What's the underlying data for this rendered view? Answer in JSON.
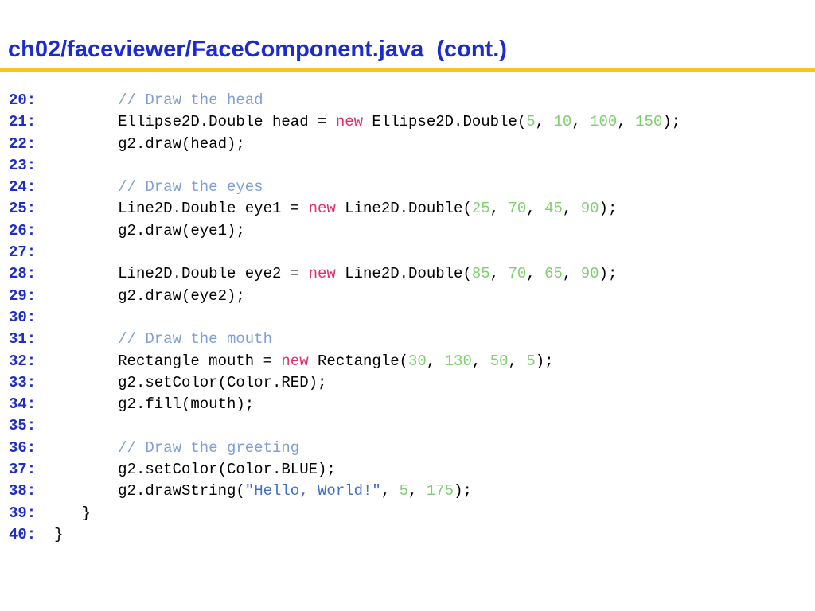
{
  "title": "ch02/faceviewer/FaceComponent.java  (cont.)",
  "colors": {
    "title": "#1c2bd0",
    "rule": "#f6c51e",
    "line_number": "#1f2ec2",
    "comment": "#7f9fd6",
    "keyword": "#e0306b",
    "number": "#7fcf6f",
    "string": "#3f6fc8"
  },
  "code_lines": [
    {
      "number": "20:",
      "indent": 8,
      "tokens": [
        {
          "type": "comment",
          "text": "// Draw the head"
        }
      ]
    },
    {
      "number": "21:",
      "indent": 8,
      "tokens": [
        {
          "type": "plain",
          "text": "Ellipse2D.Double head = "
        },
        {
          "type": "keyword",
          "text": "new"
        },
        {
          "type": "plain",
          "text": " Ellipse2D.Double("
        },
        {
          "type": "number",
          "text": "5"
        },
        {
          "type": "plain",
          "text": ", "
        },
        {
          "type": "number",
          "text": "10"
        },
        {
          "type": "plain",
          "text": ", "
        },
        {
          "type": "number",
          "text": "100"
        },
        {
          "type": "plain",
          "text": ", "
        },
        {
          "type": "number",
          "text": "150"
        },
        {
          "type": "plain",
          "text": ");"
        }
      ]
    },
    {
      "number": "22:",
      "indent": 8,
      "tokens": [
        {
          "type": "plain",
          "text": "g2.draw(head);"
        }
      ]
    },
    {
      "number": "23:",
      "indent": 8,
      "tokens": []
    },
    {
      "number": "24:",
      "indent": 8,
      "tokens": [
        {
          "type": "comment",
          "text": "// Draw the eyes"
        }
      ]
    },
    {
      "number": "25:",
      "indent": 8,
      "tokens": [
        {
          "type": "plain",
          "text": "Line2D.Double eye1 = "
        },
        {
          "type": "keyword",
          "text": "new"
        },
        {
          "type": "plain",
          "text": " Line2D.Double("
        },
        {
          "type": "number",
          "text": "25"
        },
        {
          "type": "plain",
          "text": ", "
        },
        {
          "type": "number",
          "text": "70"
        },
        {
          "type": "plain",
          "text": ", "
        },
        {
          "type": "number",
          "text": "45"
        },
        {
          "type": "plain",
          "text": ", "
        },
        {
          "type": "number",
          "text": "90"
        },
        {
          "type": "plain",
          "text": ");"
        }
      ]
    },
    {
      "number": "26:",
      "indent": 8,
      "tokens": [
        {
          "type": "plain",
          "text": "g2.draw(eye1);"
        }
      ]
    },
    {
      "number": "27:",
      "indent": 8,
      "tokens": []
    },
    {
      "number": "28:",
      "indent": 8,
      "tokens": [
        {
          "type": "plain",
          "text": "Line2D.Double eye2 = "
        },
        {
          "type": "keyword",
          "text": "new"
        },
        {
          "type": "plain",
          "text": " Line2D.Double("
        },
        {
          "type": "number",
          "text": "85"
        },
        {
          "type": "plain",
          "text": ", "
        },
        {
          "type": "number",
          "text": "70"
        },
        {
          "type": "plain",
          "text": ", "
        },
        {
          "type": "number",
          "text": "65"
        },
        {
          "type": "plain",
          "text": ", "
        },
        {
          "type": "number",
          "text": "90"
        },
        {
          "type": "plain",
          "text": ");"
        }
      ]
    },
    {
      "number": "29:",
      "indent": 8,
      "tokens": [
        {
          "type": "plain",
          "text": "g2.draw(eye2);"
        }
      ]
    },
    {
      "number": "30:",
      "indent": 8,
      "tokens": []
    },
    {
      "number": "31:",
      "indent": 8,
      "tokens": [
        {
          "type": "comment",
          "text": "// Draw the mouth"
        }
      ]
    },
    {
      "number": "32:",
      "indent": 8,
      "tokens": [
        {
          "type": "plain",
          "text": "Rectangle mouth = "
        },
        {
          "type": "keyword",
          "text": "new"
        },
        {
          "type": "plain",
          "text": " Rectangle("
        },
        {
          "type": "number",
          "text": "30"
        },
        {
          "type": "plain",
          "text": ", "
        },
        {
          "type": "number",
          "text": "130"
        },
        {
          "type": "plain",
          "text": ", "
        },
        {
          "type": "number",
          "text": "50"
        },
        {
          "type": "plain",
          "text": ", "
        },
        {
          "type": "number",
          "text": "5"
        },
        {
          "type": "plain",
          "text": ");"
        }
      ]
    },
    {
      "number": "33:",
      "indent": 8,
      "tokens": [
        {
          "type": "plain",
          "text": "g2.setColor(Color.RED);"
        }
      ]
    },
    {
      "number": "34:",
      "indent": 8,
      "tokens": [
        {
          "type": "plain",
          "text": "g2.fill(mouth);"
        }
      ]
    },
    {
      "number": "35:",
      "indent": 8,
      "tokens": []
    },
    {
      "number": "36:",
      "indent": 8,
      "tokens": [
        {
          "type": "comment",
          "text": "// Draw the greeting"
        }
      ]
    },
    {
      "number": "37:",
      "indent": 8,
      "tokens": [
        {
          "type": "plain",
          "text": "g2.setColor(Color.BLUE);"
        }
      ]
    },
    {
      "number": "38:",
      "indent": 8,
      "tokens": [
        {
          "type": "plain",
          "text": "g2.drawString("
        },
        {
          "type": "string",
          "text": "\"Hello, World!\""
        },
        {
          "type": "plain",
          "text": ", "
        },
        {
          "type": "number",
          "text": "5"
        },
        {
          "type": "plain",
          "text": ", "
        },
        {
          "type": "number",
          "text": "175"
        },
        {
          "type": "plain",
          "text": ");"
        }
      ]
    },
    {
      "number": "39:",
      "indent": 4,
      "tokens": [
        {
          "type": "plain",
          "text": "}"
        }
      ]
    },
    {
      "number": "40:",
      "indent": 1,
      "tokens": [
        {
          "type": "plain",
          "text": "}"
        }
      ]
    }
  ]
}
